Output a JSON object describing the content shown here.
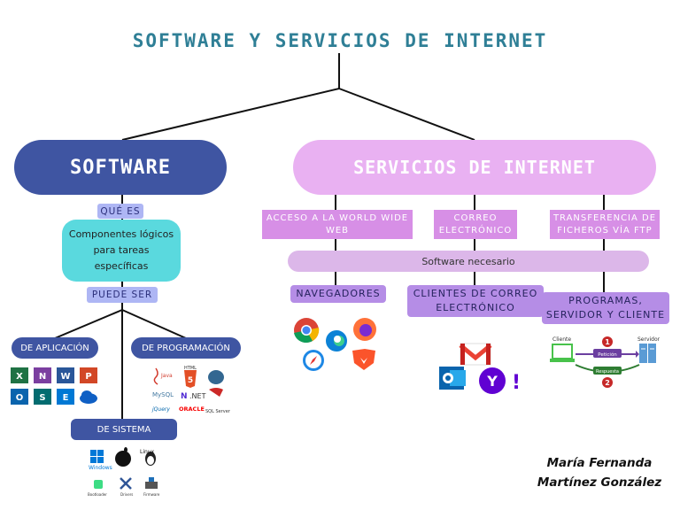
{
  "title": "SOFTWARE Y SERVICIOS DE INTERNET",
  "software": {
    "title": "SOFTWARE",
    "que_es_label": "QUÉ ES",
    "definition_lines": [
      "Componentes lógicos",
      "para tareas",
      "específicas"
    ],
    "puede_ser_label": "PUEDE SER",
    "types": {
      "aplicacion": "DE APLICACIÓN",
      "programacion": "DE PROGRAMACIÓN",
      "sistema": "DE SISTEMA"
    },
    "app_icons": [
      "excel-icon",
      "onenote-icon",
      "word-icon",
      "powerpoint-icon",
      "outlook-icon",
      "sharepoint-icon",
      "exchange-icon",
      "onedrive-icon"
    ],
    "prog_icons": {
      "java": "Java",
      "html5": "HTML",
      "mysql": "MySQL",
      "dotnet": ".NET",
      "jquery": "jQuery",
      "oracle": "ORACLE",
      "sqlserver": "SQL Server"
    },
    "system_icons": {
      "windows": "Windows",
      "linux": "Linux",
      "bootloader": "Bootloader",
      "drivers": "Drivers",
      "firmware": "Firmware"
    }
  },
  "services": {
    "title": "SERVICIOS DE INTERNET",
    "www_lines": [
      "ACCESO A LA WORLD WIDE",
      "WEB"
    ],
    "email_lines": [
      "CORREO",
      "ELECTRÓNICO"
    ],
    "ftp_lines": [
      "TRANSFERENCIA DE",
      "FICHEROS VÍA FTP"
    ],
    "software_necesario": "Software necesario",
    "navegadores": "NAVEGADORES",
    "clientes_lines": [
      "CLIENTES DE CORREO",
      "ELECTRÓNICO"
    ],
    "programas_lines": [
      "PROGRAMAS,",
      "SERVIDOR Y CLIENTE"
    ],
    "ftp_diagram": {
      "cliente": "Cliente",
      "servidor": "Servidor",
      "peticion": "Petición",
      "respuesta": "Respuesta",
      "step1": "1",
      "step2": "2"
    }
  },
  "author_lines": [
    "María Fernanda",
    "Martínez González"
  ],
  "colors": {
    "teal_title": "#2f7f96",
    "navy": "#3f55a2",
    "violet": "#e9b1f2",
    "lavender": "#aeb6f4",
    "pink": "#d78fe6",
    "purple": "#b58de6",
    "cyan": "#5ad9de"
  }
}
